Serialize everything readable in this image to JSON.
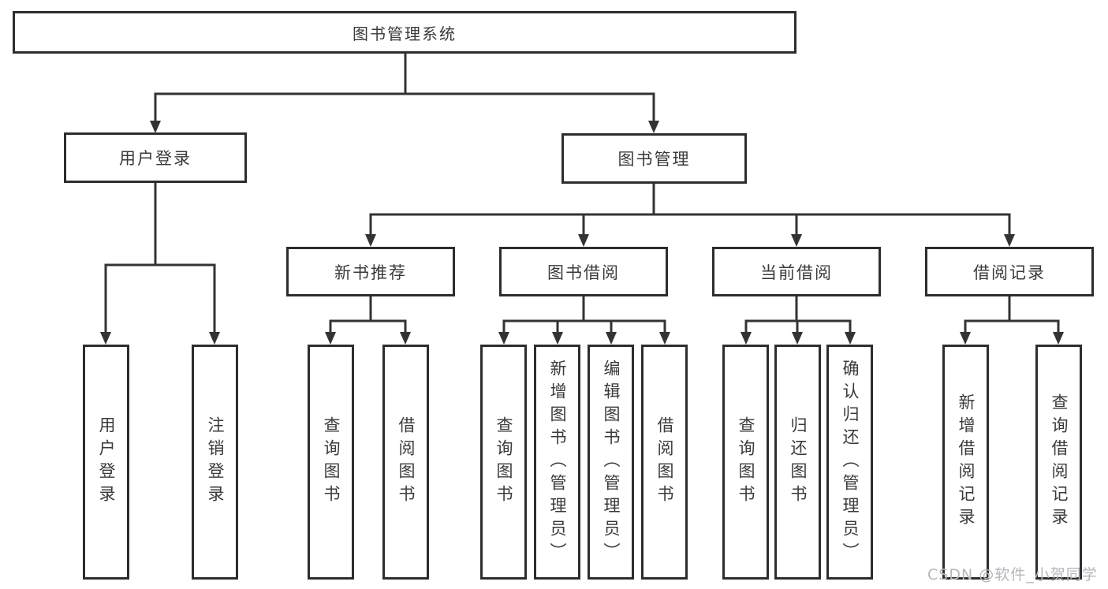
{
  "tree": {
    "root": {
      "label": "图书管理系统"
    },
    "branches": [
      {
        "label": "用户登录",
        "children": [
          {
            "label": "用户登录"
          },
          {
            "label": "注销登录"
          }
        ]
      },
      {
        "label": "图书管理",
        "children": [
          {
            "label": "新书推荐",
            "children": [
              {
                "label": "查询图书"
              },
              {
                "label": "借阅图书"
              }
            ]
          },
          {
            "label": "图书借阅",
            "children": [
              {
                "label": "查询图书"
              },
              {
                "label": "新增图书（管理员）"
              },
              {
                "label": "编辑图书（管理员）"
              },
              {
                "label": "借阅图书"
              }
            ]
          },
          {
            "label": "当前借阅",
            "children": [
              {
                "label": "查询图书"
              },
              {
                "label": "归还图书"
              },
              {
                "label": "确认归还（管理员）"
              }
            ]
          },
          {
            "label": "借阅记录",
            "children": [
              {
                "label": "新增借阅记录"
              },
              {
                "label": "查询借阅记录"
              }
            ]
          }
        ]
      }
    ]
  },
  "watermark": {
    "text": "CSDN @软件_小贺同学"
  },
  "colors": {
    "line": "#333335",
    "border": "#2d2d2f",
    "text": "#3a3a3c",
    "background": "#ffffff",
    "watermark": "#b3b7bd"
  }
}
